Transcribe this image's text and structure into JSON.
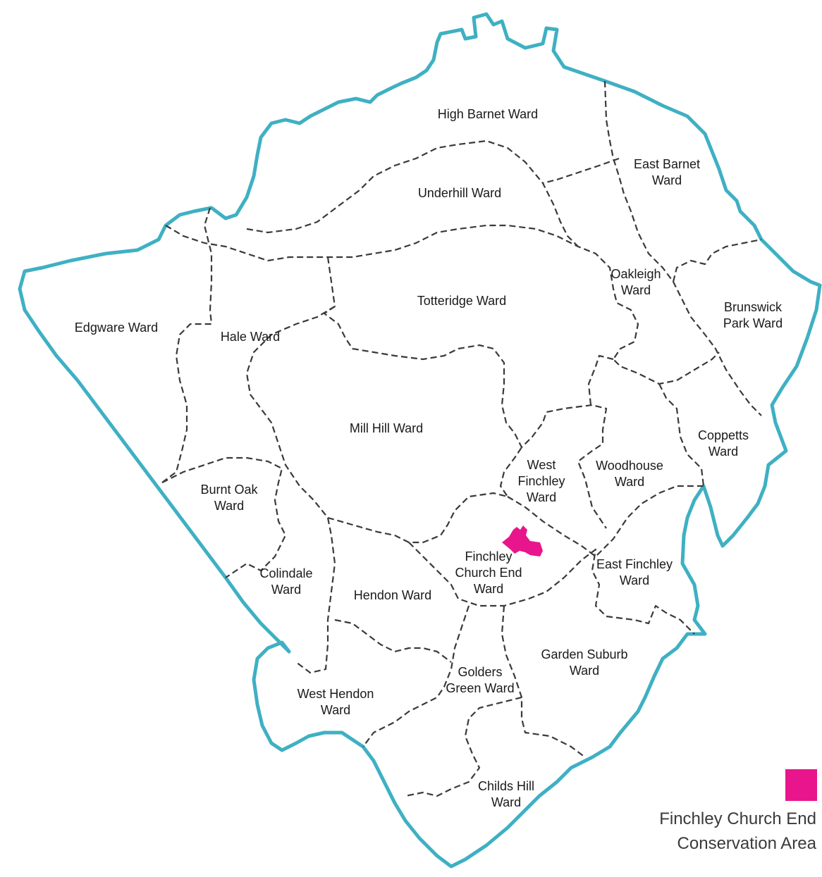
{
  "colors": {
    "boundary": "#3fb0c3",
    "ward_lines": "#3a3a3a",
    "conservation_area": "#e8158c",
    "background": "#ffffff"
  },
  "wards": [
    {
      "id": "high-barnet",
      "lines": [
        "High Barnet Ward"
      ]
    },
    {
      "id": "east-barnet",
      "lines": [
        "East Barnet",
        "Ward"
      ]
    },
    {
      "id": "underhill",
      "lines": [
        "Underhill Ward"
      ]
    },
    {
      "id": "oakleigh",
      "lines": [
        "Oakleigh",
        "Ward"
      ]
    },
    {
      "id": "brunswick-park",
      "lines": [
        "Brunswick",
        "Park Ward"
      ]
    },
    {
      "id": "totteridge",
      "lines": [
        "Totteridge Ward"
      ]
    },
    {
      "id": "edgware",
      "lines": [
        "Edgware Ward"
      ]
    },
    {
      "id": "hale",
      "lines": [
        "Hale Ward"
      ]
    },
    {
      "id": "mill-hill",
      "lines": [
        "Mill Hill Ward"
      ]
    },
    {
      "id": "coppetts",
      "lines": [
        "Coppetts",
        "Ward"
      ]
    },
    {
      "id": "west-finchley",
      "lines": [
        "West",
        "Finchley",
        "Ward"
      ]
    },
    {
      "id": "woodhouse",
      "lines": [
        "Woodhouse",
        "Ward"
      ]
    },
    {
      "id": "burnt-oak",
      "lines": [
        "Burnt Oak",
        "Ward"
      ]
    },
    {
      "id": "finchley-church-end",
      "lines": [
        "Finchley",
        "Church End",
        "Ward"
      ]
    },
    {
      "id": "east-finchley",
      "lines": [
        "East Finchley",
        "Ward"
      ]
    },
    {
      "id": "colindale",
      "lines": [
        "Colindale",
        "Ward"
      ]
    },
    {
      "id": "hendon",
      "lines": [
        "Hendon Ward"
      ]
    },
    {
      "id": "garden-suburb",
      "lines": [
        "Garden Suburb",
        "Ward"
      ]
    },
    {
      "id": "golders-green",
      "lines": [
        "Golders",
        "Green Ward"
      ]
    },
    {
      "id": "west-hendon",
      "lines": [
        "West Hendon",
        "Ward"
      ]
    },
    {
      "id": "childs-hill",
      "lines": [
        "Childs Hill",
        "Ward"
      ]
    }
  ],
  "legend": {
    "swatch_icon": "pink-square-icon",
    "line1": "Finchley Church End",
    "line2": "Conservation Area"
  }
}
